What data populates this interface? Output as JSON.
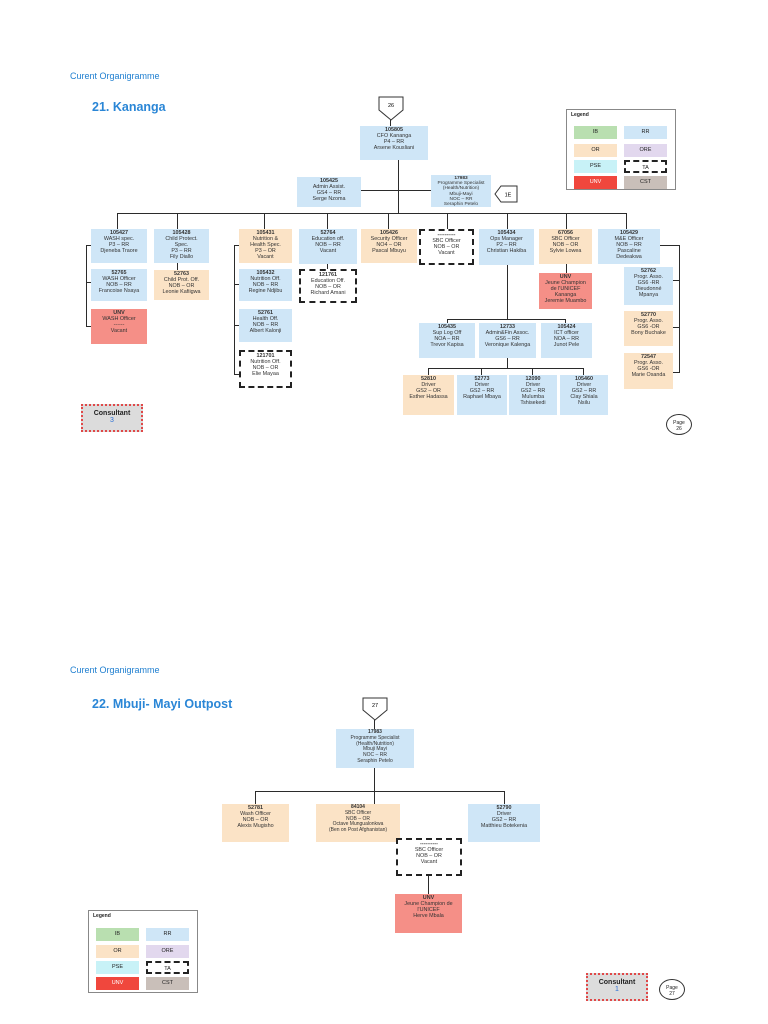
{
  "section1": {
    "heading": "Curent Organigramme",
    "title": "21. Kananga",
    "tag": "26",
    "side_tag": "1E",
    "consultant": {
      "label": "Consultant",
      "count": "3"
    },
    "page": {
      "label": "Page",
      "num": "26"
    },
    "boxes": {
      "b105805": [
        "105805",
        "CFO Kananga",
        "P4 – RR",
        "Arsene Kousliani"
      ],
      "b105425": [
        "105425",
        "Admin Assist.",
        "GS4 – RR",
        "Serge Nzoma"
      ],
      "b17983": [
        "17983",
        "Programme Specialist",
        "(Health/Nutrition)",
        "Mbuji-Mayi",
        "NOC – RR",
        "Seraphin Petelo"
      ],
      "b105427": [
        "105427",
        "WASH spec.",
        "P3 – RR",
        "Djeneba Traore"
      ],
      "b52765": [
        "52765",
        "WASH Officer",
        "NOB – RR",
        "Francoise Nsaya"
      ],
      "bunv1": [
        "UNV",
        "WASH Officer",
        "------",
        "Vacant"
      ],
      "b105428": [
        "105428",
        "Child Protect.",
        "Spec.",
        "P3 – RR",
        "Fily Diallo"
      ],
      "b52763": [
        "52763",
        "Child Prot. Off.",
        "NOB – OR",
        "Leonie Kafiigwa"
      ],
      "b105431": [
        "105431",
        "Nutrition &",
        "Health Spec.",
        "P3 – OR",
        "Vacant"
      ],
      "b105432": [
        "105432",
        "Nutrition Off.",
        "NOB – RR",
        "Regine Ndjibu"
      ],
      "b52761": [
        "52761",
        "Health Off.",
        "NOB – RR",
        "Albert Kalonji"
      ],
      "b121701": [
        "121701",
        "Nutrition Off.",
        "NOB – OR",
        "Elie Mayaa"
      ],
      "b52764": [
        "52764",
        "Education off.",
        "NOB – RR",
        "Vacant"
      ],
      "b121761": [
        "121761",
        "Education Off.",
        "NOB – OR",
        "Richard Amani"
      ],
      "b105426": [
        "105426",
        "Security Officer",
        "NO4 – OR",
        "Pascal Mbuyu"
      ],
      "bsbc1": [
        "----------",
        "SBC Officer",
        "NOB – OR",
        "Vacant"
      ],
      "b105434": [
        "105434",
        "Ops Manager",
        "P2 – RR",
        "Christian Hakiba"
      ],
      "b105435": [
        "105435",
        "Sup Log Off",
        "NOA – RR",
        "Trevor Kapisa"
      ],
      "b12733": [
        "12733",
        "Admin&Fin Assoc.",
        "GS6 – RR",
        "Veronique Kalenga"
      ],
      "b105424": [
        "105424",
        "ICT officer",
        "NOA – RR",
        "Junot Pele"
      ],
      "b52810": [
        "52810",
        "Driver",
        "GS2 – OR",
        "Esther Hadassa"
      ],
      "b52773": [
        "52773",
        "Driver",
        "GS2 – RR",
        "Raphael Mbaya"
      ],
      "b12090": [
        "12090",
        "Driver",
        "GS2 – RR",
        "Mulumba",
        "Tshisekedi"
      ],
      "b105460": [
        "105460",
        "Driver",
        "GS2 – RR",
        "Clay Shiala",
        "Nsilu"
      ],
      "b67056": [
        "67056",
        "SBC Officer",
        "NOB – OR",
        "Sylvie Lowea"
      ],
      "bunv2": [
        "UNV",
        "Jeune Champion",
        "de l'UNICEF",
        "Kananga",
        "Jeremie Muambo"
      ],
      "b105429": [
        "105429",
        "M&E Officer",
        "NOB – RR",
        "Pascaline",
        "Dedeakwa"
      ],
      "b52762": [
        "52762",
        "Progr. Asso.",
        "GS6 -RR",
        "Dieudonné",
        "Mpanya"
      ],
      "b52770": [
        "52770",
        "Progr. Asso.",
        "GS6 -OR",
        "Bony Buchake"
      ],
      "b72547": [
        "72547",
        "Progr. Asso.",
        "GS6 -OR",
        "Marie Osanda"
      ]
    }
  },
  "section2": {
    "heading": "Curent Organigramme",
    "title": "22. Mbuji- Mayi Outpost",
    "tag": "27",
    "consultant": {
      "label": "Consultant",
      "count": "1"
    },
    "page": {
      "label": "Page",
      "num": "27"
    },
    "boxes": {
      "c17983": [
        "17983",
        "Programme Specialist",
        "(Health/Nutrition)",
        "Mbuji Mayi",
        "NOC – RR",
        "Seraphin Petelo"
      ],
      "c52781": [
        "52781",
        "Wash Officer",
        "NOB – OR",
        "Alexis Mugisho"
      ],
      "c84104": [
        "84104",
        "SBC Officer",
        "NOB – OR",
        "Octave Mungualonkwa",
        "(Ben on Post Afghanistan)"
      ],
      "c52790": [
        "52790",
        "Driver",
        "GS2 – RR",
        "Matthieu Botekenia"
      ],
      "csbc": [
        "----------",
        "SBC Officer",
        "NOB – OR",
        "Vacant"
      ],
      "cunv": [
        "UNV",
        "Jeune Champion de",
        "l'UNICEF",
        "Herve Mbala"
      ]
    }
  },
  "legend": {
    "title": "Legend",
    "items": [
      {
        "label": "IB",
        "color": "#b9dfb0"
      },
      {
        "label": "RR",
        "color": "#cfe6f7"
      },
      {
        "label": "OR",
        "color": "#fbe3c6"
      },
      {
        "label": "ORE",
        "color": "#e2d8ee"
      },
      {
        "label": "PSE",
        "color": "#c8f2f7"
      },
      {
        "label": "TA",
        "color": "#ffffff"
      },
      {
        "label": "UNV",
        "color": "#f0473d"
      },
      {
        "label": "CST",
        "color": "#c9bfb9"
      }
    ]
  }
}
